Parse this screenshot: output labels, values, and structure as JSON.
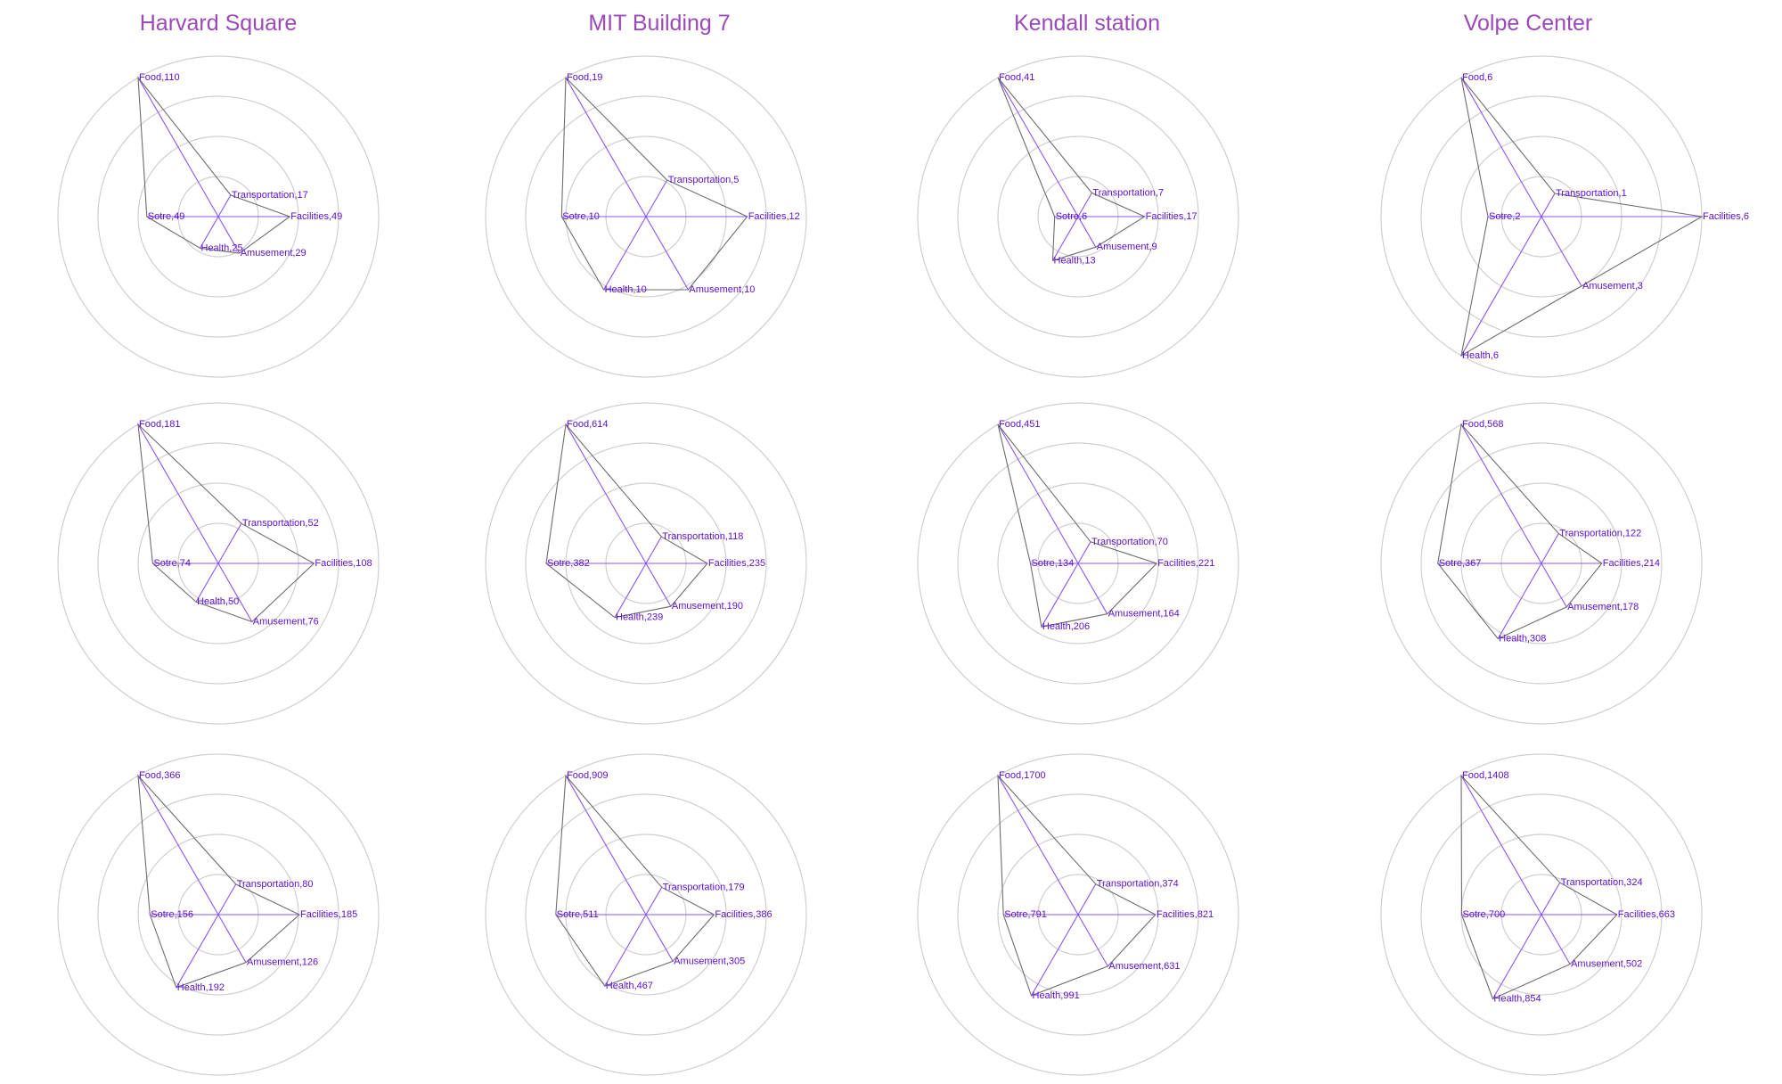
{
  "columns": [
    "Harvard Square",
    "MIT Building 7",
    "Kendall station",
    "Volpe Center"
  ],
  "colors": {
    "title": "#9b49b8",
    "rings": "#cfcfcf",
    "spokes": "#8a55f0",
    "polygon": "#6d6d6d",
    "labels": "#5a0fd0"
  },
  "chart_data": [
    {
      "type": "radar",
      "title": "Harvard Square",
      "row": 1,
      "axes": [
        "Food",
        "Transportation",
        "Facilities",
        "Amusement",
        "Health",
        "Sotre"
      ],
      "values": [
        110,
        17,
        49,
        29,
        25,
        49
      ]
    },
    {
      "type": "radar",
      "title": "MIT Building 7",
      "row": 1,
      "axes": [
        "Food",
        "Transportation",
        "Facilities",
        "Amusement",
        "Health",
        "Sotre"
      ],
      "values": [
        19,
        5,
        12,
        10,
        10,
        10
      ]
    },
    {
      "type": "radar",
      "title": "Kendall station",
      "row": 1,
      "axes": [
        "Food",
        "Transportation",
        "Facilities",
        "Amusement",
        "Health",
        "Sotre"
      ],
      "values": [
        41,
        7,
        17,
        9,
        13,
        6
      ]
    },
    {
      "type": "radar",
      "title": "Volpe Center",
      "row": 1,
      "axes": [
        "Food",
        "Transportation",
        "Facilities",
        "Amusement",
        "Health",
        "Sotre"
      ],
      "values": [
        6,
        1,
        6,
        3,
        6,
        2
      ]
    },
    {
      "type": "radar",
      "title": "Harvard Square",
      "row": 2,
      "axes": [
        "Food",
        "Transportation",
        "Facilities",
        "Amusement",
        "Health",
        "Sotre"
      ],
      "values": [
        181,
        52,
        108,
        76,
        50,
        74
      ]
    },
    {
      "type": "radar",
      "title": "MIT Building 7",
      "row": 2,
      "axes": [
        "Food",
        "Transportation",
        "Facilities",
        "Amusement",
        "Health",
        "Sotre"
      ],
      "values": [
        614,
        118,
        235,
        190,
        239,
        382
      ]
    },
    {
      "type": "radar",
      "title": "Kendall station",
      "row": 2,
      "axes": [
        "Food",
        "Transportation",
        "Facilities",
        "Amusement",
        "Health",
        "Sotre"
      ],
      "values": [
        451,
        70,
        221,
        164,
        206,
        134
      ]
    },
    {
      "type": "radar",
      "title": "Volpe Center",
      "row": 2,
      "axes": [
        "Food",
        "Transportation",
        "Facilities",
        "Amusement",
        "Health",
        "Sotre"
      ],
      "values": [
        568,
        122,
        214,
        178,
        308,
        367
      ]
    },
    {
      "type": "radar",
      "title": "Harvard Square",
      "row": 3,
      "axes": [
        "Food",
        "Transportation",
        "Facilities",
        "Amusement",
        "Health",
        "Sotre"
      ],
      "values": [
        366,
        80,
        185,
        126,
        192,
        156
      ]
    },
    {
      "type": "radar",
      "title": "MIT Building 7",
      "row": 3,
      "axes": [
        "Food",
        "Transportation",
        "Facilities",
        "Amusement",
        "Health",
        "Sotre"
      ],
      "values": [
        909,
        179,
        386,
        305,
        467,
        511
      ]
    },
    {
      "type": "radar",
      "title": "Kendall station",
      "row": 3,
      "axes": [
        "Food",
        "Transportation",
        "Facilities",
        "Amusement",
        "Health",
        "Sotre"
      ],
      "values": [
        1700,
        374,
        821,
        631,
        991,
        791
      ]
    },
    {
      "type": "radar",
      "title": "Volpe Center",
      "row": 3,
      "axes": [
        "Food",
        "Transportation",
        "Facilities",
        "Amusement",
        "Health",
        "Sotre"
      ],
      "values": [
        1408,
        324,
        663,
        502,
        854,
        700
      ]
    }
  ]
}
